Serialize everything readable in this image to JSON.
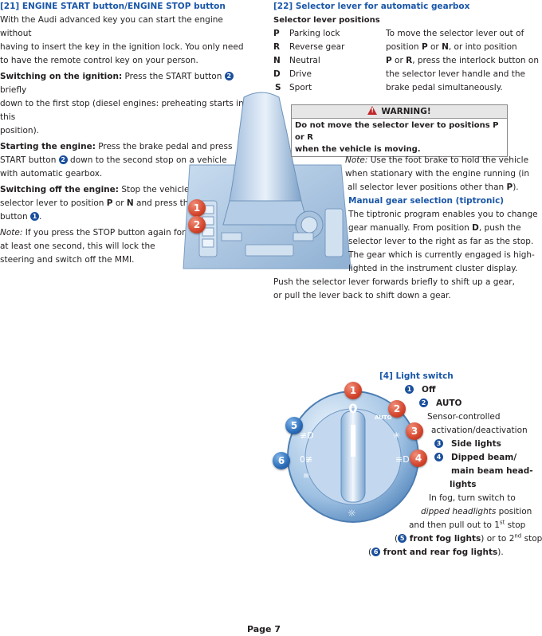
{
  "engine": {
    "heading": "[21] ENGINE START button/ENGINE STOP button",
    "intro": [
      "With the Audi advanced key you can start the engine without",
      "having to insert the key in the ignition lock. You only need",
      "to have the remote control key on your person."
    ],
    "ignition_label": "Switching on the ignition:",
    "ignition_text1": " Press the START button ",
    "ignition_num": "2",
    "ignition_text2": " briefly",
    "ignition_lines": [
      "down to the first stop (diesel engines: preheating starts in this",
      "position)."
    ],
    "starting_label": "Starting the engine:",
    "starting_text1": " Press the brake pedal and press",
    "starting_text2a": "START button ",
    "starting_num": "2",
    "starting_text2b": " down to the second stop on a vehicle",
    "starting_text3": "with automatic gearbox.",
    "off_label": "Switching off the engine:",
    "off_text1": " Stop the vehicle, move the",
    "off_text2a": "selector lever to position ",
    "off_P": "P",
    "off_or": " or ",
    "off_N": "N",
    "off_text2b": " and press the STOP",
    "off_text3a": "button ",
    "off_num": "1",
    "off_text3b": ".",
    "note_label": "Note:",
    "note_text1": " If you press the STOP button again for",
    "note_lines": [
      "at least one second, this will lock the",
      "steering and switch off the MMI."
    ]
  },
  "selector": {
    "heading": "[22] Selector lever for automatic gearbox",
    "subheading": "Selector lever positions",
    "positions": [
      {
        "letter": "P",
        "name": "Parking lock"
      },
      {
        "letter": "R",
        "name": "Reverse gear"
      },
      {
        "letter": "N",
        "name": "Neutral"
      },
      {
        "letter": "D",
        "name": "Drive"
      },
      {
        "letter": "S",
        "name": "Sport"
      }
    ],
    "right_line1": "To move the selector lever out of",
    "right_line2a": "position ",
    "right_P": "P",
    "right_or1": " or ",
    "right_N": "N",
    "right_line2b": ", or into position",
    "right_P2": "P",
    "right_or2": " or ",
    "right_R": "R",
    "right_line3b": ", press the interlock button on",
    "right_line4": "the selector lever handle and the",
    "right_line5": "brake pedal simultaneously.",
    "warning_title": "WARNING!",
    "warning_text": [
      "Do not move the selector lever to positions P or R",
      "when the vehicle is moving."
    ],
    "note_label": "Note:",
    "note_text1": " Use the foot brake to hold the vehicle",
    "note_text2": "when stationary with the engine running (in",
    "note_text3a": "all selector lever positions other than ",
    "note_P": "P",
    "note_text3b": ").",
    "manual_heading": "Manual gear selection (tiptronic)",
    "manual_line1": "The tiptronic program enables you to change",
    "manual_line2a": "gear manually. From position ",
    "manual_D": "D",
    "manual_line2b": ", push the",
    "manual_lines": [
      "selector lever to the right as far as the stop.",
      "The gear which is currently engaged is high-",
      "lighted in the instrument cluster display."
    ],
    "push_lines": [
      "Push the selector lever forwards briefly to shift up a gear,",
      "or pull the lever back to shift down a gear."
    ]
  },
  "light": {
    "heading": "[4] Light switch",
    "off": "Off",
    "auto": "AUTO",
    "sensor_lines": [
      "Sensor-controlled",
      "activation/deactivation"
    ],
    "side": "Side lights",
    "dipped_lines": [
      "Dipped beam/",
      "main beam head-",
      "lights"
    ],
    "fog_line1": "In fog, turn switch to",
    "fog_line2_em": "dipped headlights",
    "fog_line2b": " position",
    "fog_line3a": "and then pull out to 1",
    "fog_sup1": "st",
    "fog_line3b": " stop",
    "fog_line4a": "(",
    "fog_num5": "5",
    "fog_line4b": " front fog lights",
    "fog_line4c": ") or to 2",
    "fog_sup2": "nd",
    "fog_line4d": " stop",
    "fog_line5a": "(",
    "fog_num6": "6",
    "fog_line5b": " front and rear fog lights",
    "fog_line5c": ").",
    "nums": [
      "1",
      "2",
      "3",
      "4"
    ],
    "dial_zero": "0",
    "dial_auto": "AUTO"
  },
  "callouts": {
    "console": [
      "1",
      "2"
    ],
    "light": [
      "1",
      "2",
      "3",
      "4",
      "5",
      "6"
    ]
  },
  "page_label": "Page 7"
}
